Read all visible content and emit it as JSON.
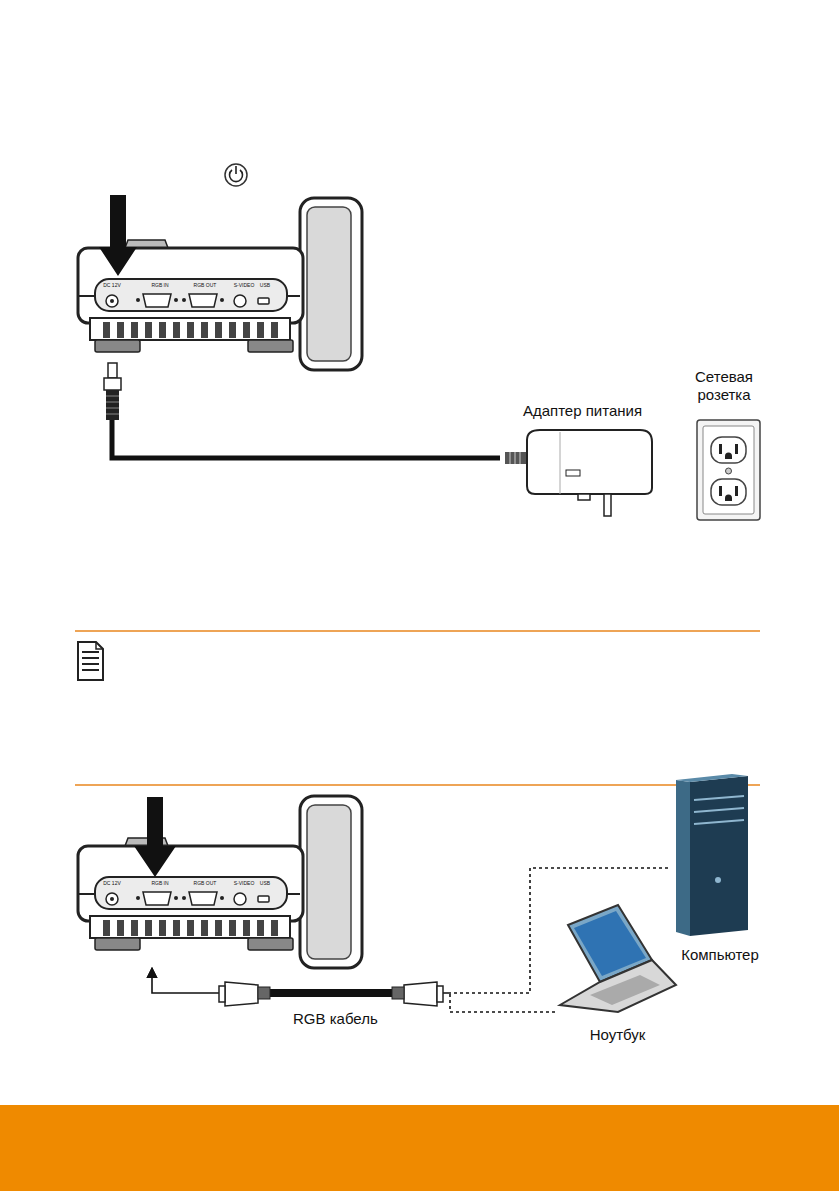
{
  "diagram": {
    "nodes": [
      {
        "text": [
          "DC 12V",
          "RGB IN",
          "RGB OUT",
          "S-VIDEO",
          "USB"
        ]
      },
      {
        "text": [
          "Сетевая розетка"
        ]
      },
      {
        "text": [
          "Адаптер питания"
        ]
      },
      {
        "text": [
          "DC 12V",
          "RGB IN",
          "RGB OUT",
          "S-VIDEO",
          "USB"
        ]
      },
      {
        "text": [
          "Компьютер"
        ]
      },
      {
        "text": [
          "Ноутбук"
        ]
      }
    ],
    "edges": [
      {
        "from": 0,
        "to": 2,
        "arrow": "none"
      },
      {
        "from": 4,
        "to": 3,
        "arrow": "to"
      },
      {
        "from": 5,
        "to": 3,
        "arrow": "to"
      }
    ],
    "labels": [
      "RGB кабель"
    ]
  }
}
